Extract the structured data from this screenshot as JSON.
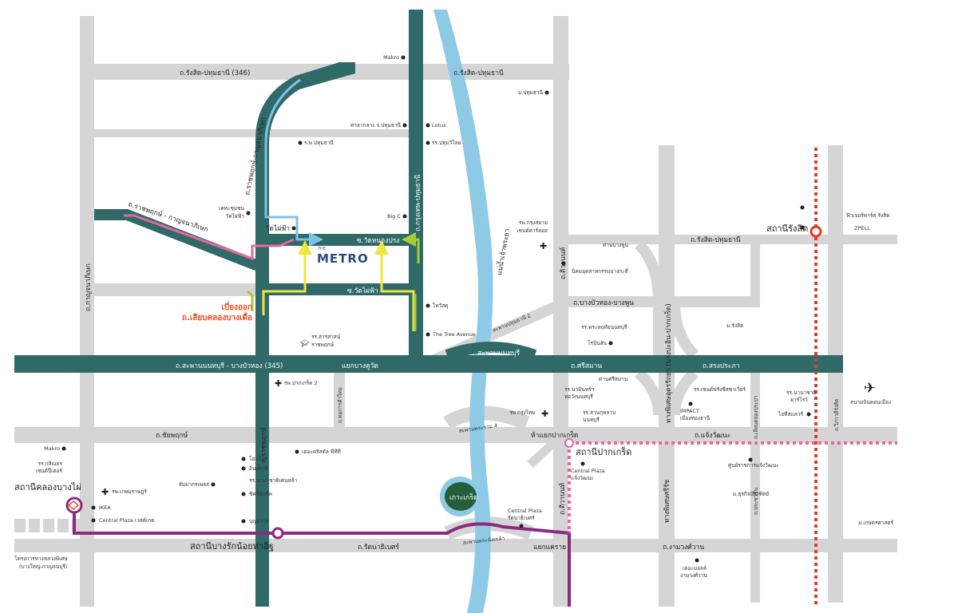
{
  "colors": {
    "road": "#d5d5d5",
    "main_road": "#2f6a68",
    "river": "#8ecae6",
    "purple_line": "#8b2a7e",
    "pink_line": "#e8689e",
    "red_line": "#e03a2a",
    "detour": "#e8501e"
  },
  "logo": {
    "small": "THE",
    "name": "METRO"
  },
  "roads": {
    "kanchanaphisek": "ถ.กาญจนาภิเษก",
    "rangsit_346": "ถ.รังสิต-ปทุมธานี (346)",
    "rangsit_2": "ถ.รังสิต-ปทุมธานี",
    "rangsit_3": "ถ.รังสิต-ปทุมธานี",
    "ratchaphruek_kanchana_v": "ถ.ราชพฤกษ์-กาญจนาภิเษก",
    "ratchaphruek_kanchana_d": "ถ.ราชพฤกษ์ - กาญจนาภิเษก",
    "krungthep_pathum": "ถ.กรุงเทพ-ปทุมธานี",
    "soi_nongprong": "ซ.วัดหนองปรง",
    "soi_phaifa": "ซ.วัดไผ่ฟ้า",
    "detour_1": "เบี่ยงออก",
    "detour_2": "ถ.เลียบคลองบางเดื่อ",
    "saphan_345": "ถ.สะพานนนทบุรี - บางบัวทอง (345)",
    "bangkhuwat": "แยกบางคูวัด",
    "saphan_nonthaburi": "สะพานนนทบุรี",
    "saphan_pathum2": "สะพานปทุมธานี 2",
    "srisaman": "ถ.ศรีสมาน",
    "songprapa": "ถ.สรงประภา",
    "tiwanon": "ถ.ติวานนท์",
    "bangbuathong_bangphun": "ถ.บางบัวทอง-บางพูน",
    "dan_bangphun": "ด่านบางพูน",
    "dan_srisaman": "ด่านศรีสมาน",
    "udon": "ทางพิเศษอุดรรัถยา (บางปะอิน-ปากเกร็ด)",
    "river": "แม่น้ำเจ้าพระยา",
    "ratchaphruek": "ถ.ราชพฤกษ์",
    "chaiyaphruek": "ถ.ชัยพฤกษ์",
    "hokan": "ถ.หอการค้าไทย",
    "rama4": "สะพานพระราม 4",
    "pakkret_junction": "ห้าแยกปากเกร็ด",
    "chaengwattana": "ถ.แจ้งวัฒนะ",
    "liap_prapa": "ถ.เลียบคลองประปา",
    "vibhavadi": "ถ.วิภาวดีรังสิต",
    "tiwanon_2": "ถ.ติวานนท์",
    "srirat": "ทางพิเศษศรีรัช",
    "pracha_chuen": "ถ.ประชาชื่น",
    "rattanathibet": "ถ.รัตนาธิเบศร์",
    "phranangklao": "สะพานพระนั่งเกล้า",
    "khae_rai": "แยกแคราย",
    "ngamwongwan": "ถ.งามวงศ์วาน",
    "project_1": "โครงการทางหลวงพิเศษ",
    "project_2": "(บางใหญ่-กาญจนบุรี)"
  },
  "places": {
    "makro_n": "Makro",
    "pathum_uni": "ม.ปทุมธานี",
    "city_hall": "ศาลากลาง จ.ปทุมธานี",
    "lotus": "Lotus",
    "pathum_hosp": "ร.พ.ปทุมธานี",
    "pathumwilai": "รร.ปทุมวิไลย",
    "keha_1": "เคหะชุมชน",
    "keha_2": "วัดไผ่ฟ้า",
    "bigc": "Big C",
    "wat_phaifa": "วัดไผ่ฟ้า",
    "krungsiam_1": "รพ.กรุงสยาม",
    "krungsiam_2": "เซนต์คาร์ลอส",
    "bangkadi": "นิคมอุตสาหกรรมบางกะดี",
    "thaiwatsadu": "ไทวัสดุ",
    "tree_avenue": "The Tree Avenue",
    "sarasas_1": "รร.สารสาสน์",
    "sarasas_2": "ราชพฤกษ์",
    "sacred_heart": "รร.พระหฤทัยนนทบุรี",
    "robinson": "โรบินสัน",
    "rangsit_uni": "ม.รังสิต",
    "future_park": "ฟิวเจอร์พาร์ค รังสิต",
    "zpell": "ZPELL",
    "pakkret2": "รพ.ปากเกร็ด 2",
    "nawamin_1": "รร.นวมินทร์ฯ",
    "nawamin_2": "หอวังนนทบุรี",
    "xavier": "รร.เซนต์ฟรังซีสซาเวียร์",
    "impact_1": "IMPACT",
    "impact_2": "เมืองทองธานี",
    "harrow_1": "รร.นานาชาติ",
    "harrow_2": "ฮาร์โรว์",
    "it_square": "ไอทีสแควร์",
    "donmueang": "สนามบินดอนเมือง",
    "krungthai": "รพ.กรุงไทย",
    "suankularb_1": "รร.สวนกุหลาบ",
    "suankularb_2": "นนทบุรี",
    "makro_s": "Makro",
    "kasintorn_1": "รร.กสิณธร",
    "kasintorn_2": "เซนต์ปีเตอร์",
    "kasemrad": "รพ.เกษมราษฎร์",
    "ikea": "IKEA",
    "westgate": "Central Plaza เวสต์เกต",
    "sammakorn": "สัมมากรเพลส",
    "homepro": "โฮมโปร",
    "index": "อินเด็กซ์",
    "denla": "รร.นานาชาติเด่นหล้า",
    "chic": "ชิครีพับลิค",
    "boonthavorn": "บุญถาวร",
    "crystal": "เดอะคริสตัล พีทีที",
    "kokret": "เกาะเกร็ด",
    "cp_rattana_1": "Central Plaza",
    "cp_rattana_2": "รัตนาธิเบศร์",
    "cp_chaeng_1": "Central Plaza",
    "cp_chaeng_2": "แจ้งวัฒนะ",
    "govt_center": "ศูนย์ราชการแจ้งวัฒนะ",
    "dpu": "ม.ธุรกิจบัณฑิตย์",
    "ku": "ม.เกษตรศาสตร์",
    "mall_1": "เดอะมอลล์",
    "mall_2": "งามวงศ์วาน"
  },
  "stations": {
    "rangsit": "สถานีรังสิต",
    "khlong_bang_phai": "สถานีคลองบางไผ่",
    "bang_rak_noi": "สถานีบางรักน้อยท่าอิฐ",
    "pakkret": "สถานีปากเกร็ด"
  }
}
